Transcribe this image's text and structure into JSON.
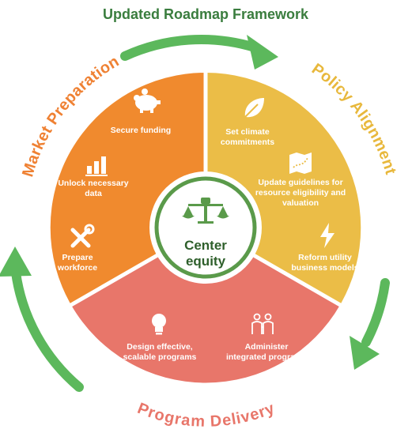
{
  "title": "Updated Roadmap Framework",
  "center": {
    "line1": "Center",
    "line2": "equity"
  },
  "sections": [
    {
      "name": "Market Preparation",
      "color": "#f08a2e",
      "label_color": "#ef8133",
      "items": [
        {
          "icon": "piggy-bank-icon",
          "lines": [
            "Secure funding"
          ]
        },
        {
          "icon": "bar-chart-icon",
          "lines": [
            "Unlock necessary",
            "data"
          ]
        },
        {
          "icon": "tools-icon",
          "lines": [
            "Prepare",
            "workforce"
          ]
        }
      ]
    },
    {
      "name": "Policy Alignment",
      "color": "#ebbd47",
      "label_color": "#e8b83c",
      "items": [
        {
          "icon": "leaf-icon",
          "lines": [
            "Set climate",
            "commitments"
          ]
        },
        {
          "icon": "map-icon",
          "lines": [
            "Update guidelines for",
            "resource eligibility and",
            "valuation"
          ]
        },
        {
          "icon": "lightning-icon",
          "lines": [
            "Reform utility",
            "business models"
          ]
        }
      ]
    },
    {
      "name": "Program Delivery",
      "color": "#e8766a",
      "label_color": "#e8766a",
      "items": [
        {
          "icon": "lightbulb-icon",
          "lines": [
            "Design effective,",
            "scalable programs"
          ]
        },
        {
          "icon": "people-icon",
          "lines": [
            "Administer",
            "integrated programs"
          ]
        }
      ]
    }
  ],
  "colors": {
    "arrow": "#5cb85c",
    "title": "#3a7d3e",
    "center_ring": "#5a9a4a",
    "center_text": "#2e5f2b"
  }
}
